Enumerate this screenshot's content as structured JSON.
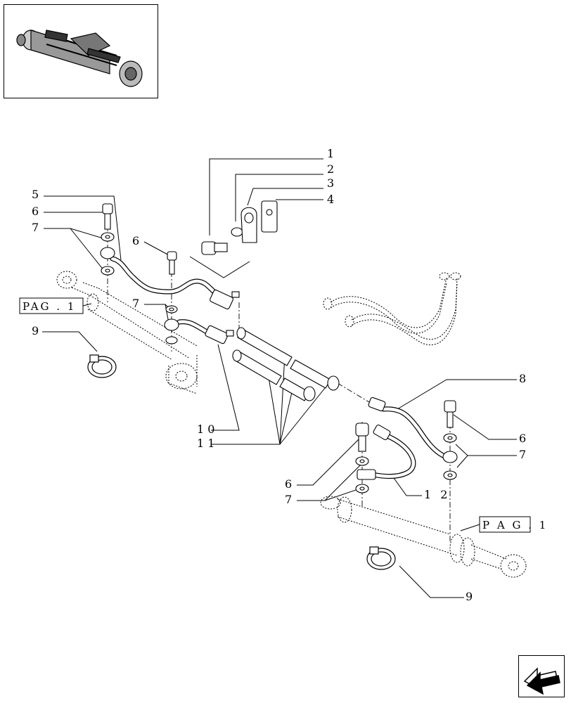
{
  "callouts": {
    "c1": "1",
    "c2": "2",
    "c3": "3",
    "c4": "4",
    "c5": "5",
    "c6a": "6",
    "c6b": "6",
    "c6c": "6",
    "c6d": "6",
    "c7a": "7",
    "c7b": "7",
    "c7c": "7",
    "c7d": "7",
    "c8": "8",
    "c9a": "9",
    "c9b": "9",
    "c10": "1 0",
    "c11": "1 1",
    "c12": "1 2"
  },
  "references": {
    "left": "PAG . 1",
    "right": "P A G . 1"
  },
  "icons": {
    "thumbnail": "axle-thumbnail-icon",
    "navigation": "next-page-arrow-icon"
  }
}
